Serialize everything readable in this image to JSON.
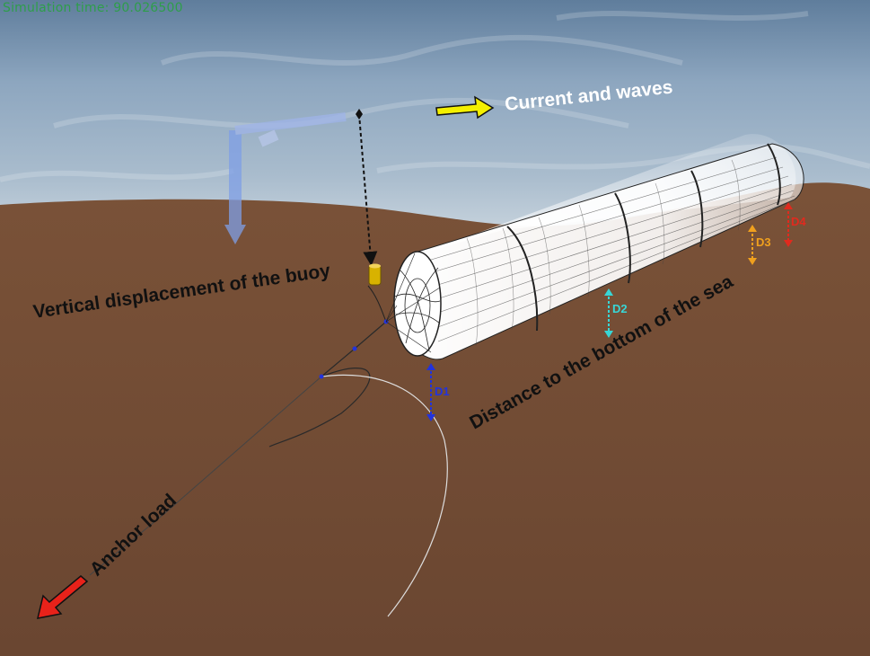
{
  "status": {
    "simulation_time_label": "Simulation  time:  90.026500"
  },
  "annotations": {
    "current_and_waves": "Current and waves",
    "vertical_displacement": "Vertical displacement of the buoy",
    "distance_to_bottom": "Distance to the bottom of the sea",
    "anchor_load": "Anchor load"
  },
  "distance_markers": [
    {
      "id": "D1",
      "label": "D1",
      "color": "#2233dd"
    },
    {
      "id": "D2",
      "label": "D2",
      "color": "#38d6d6"
    },
    {
      "id": "D3",
      "label": "D3",
      "color": "#f0a01e"
    },
    {
      "id": "D4",
      "label": "D4",
      "color": "#e02a1e"
    }
  ],
  "colors": {
    "sky_top": "#6f8aa8",
    "sky_mid": "#9fb6cc",
    "seabed": "#6e4a33",
    "current_arrow": "#f4f000",
    "anchor_arrow": "#e8221a",
    "buoy": "#d8b200",
    "net": "#ffffff",
    "status_text": "#2e9e4a"
  },
  "icons": {
    "current_arrow": "arrow-right-icon",
    "anchor_arrow": "arrow-down-left-icon",
    "axis_gizmo": "axis-gizmo-icon",
    "buoy": "buoy-icon"
  }
}
